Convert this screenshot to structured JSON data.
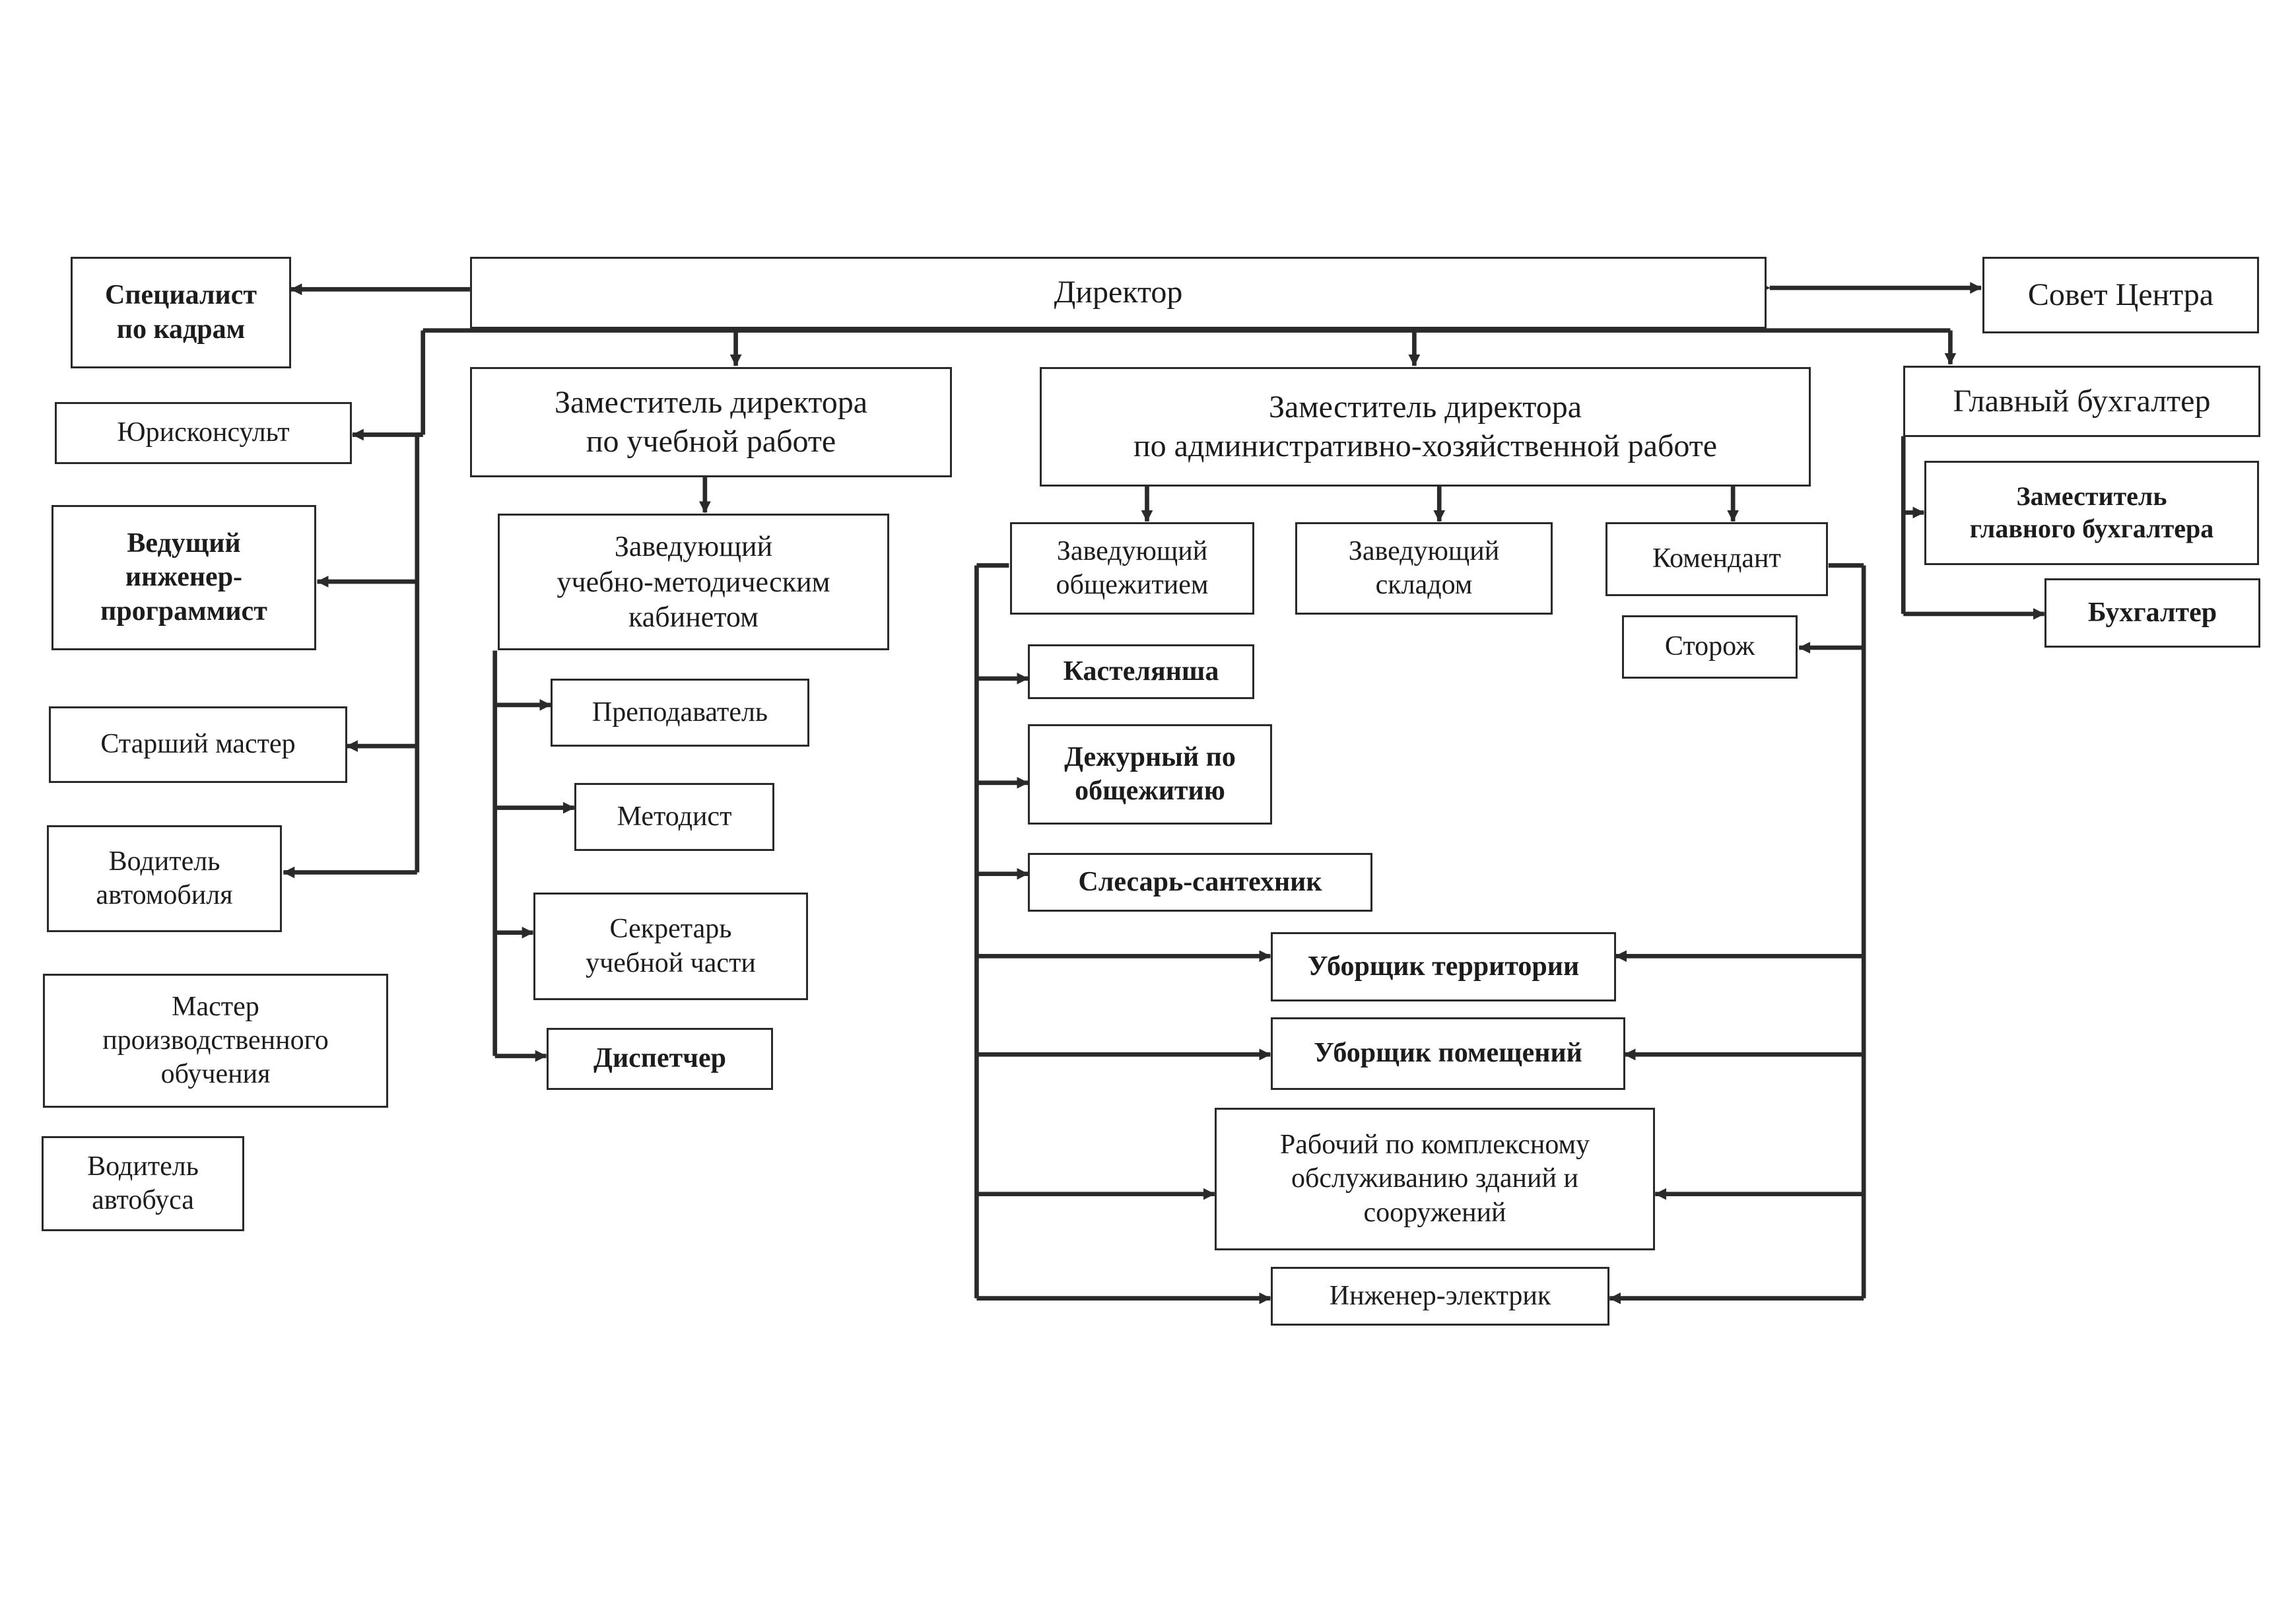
{
  "director": "Директор",
  "center_council": "Совет Центра",
  "hr_specialist": "Специалист\nпо кадрам",
  "legal_advisor": "Юрисконсульт",
  "lead_engineer_programmer": "Ведущий\nинженер-\nпрограммист",
  "senior_master": "Старший мастер",
  "car_driver": "Водитель\nавтомобиля",
  "production_master": "Мастер\nпроизводственного\nобучения",
  "bus_driver": "Водитель\nавтобуса",
  "deputy_academic": "Заместитель директора\nпо учебной работе",
  "head_methodical_office": "Заведующий\nучебно-методическим\nкабинетом",
  "teacher": "Преподаватель",
  "methodist": "Методист",
  "academic_secretary": "Секретарь\nучебной части",
  "dispatcher": "Диспетчер",
  "deputy_admin": "Заместитель директора\nпо административно-хозяйственной работе",
  "head_dormitory": "Заведующий\nобщежитием",
  "head_warehouse": "Заведующий\nскладом",
  "commandant": "Комендант",
  "watchman": "Сторож",
  "linen_keeper": "Кастелянша",
  "dorm_attendant": "Дежурный по\nобщежитию",
  "plumber": "Слесарь-сантехник",
  "territory_cleaner": "Уборщик территории",
  "premises_cleaner": "Уборщик помещений",
  "maintenance_worker": "Рабочий по комплексному\nобслуживанию зданий и\nсооружений",
  "electrical_engineer": "Инженер-электрик",
  "chief_accountant": "Главный бухгалтер",
  "deputy_chief_accountant": "Заместитель\nглавного бухгалтера",
  "accountant": "Бухгалтер"
}
